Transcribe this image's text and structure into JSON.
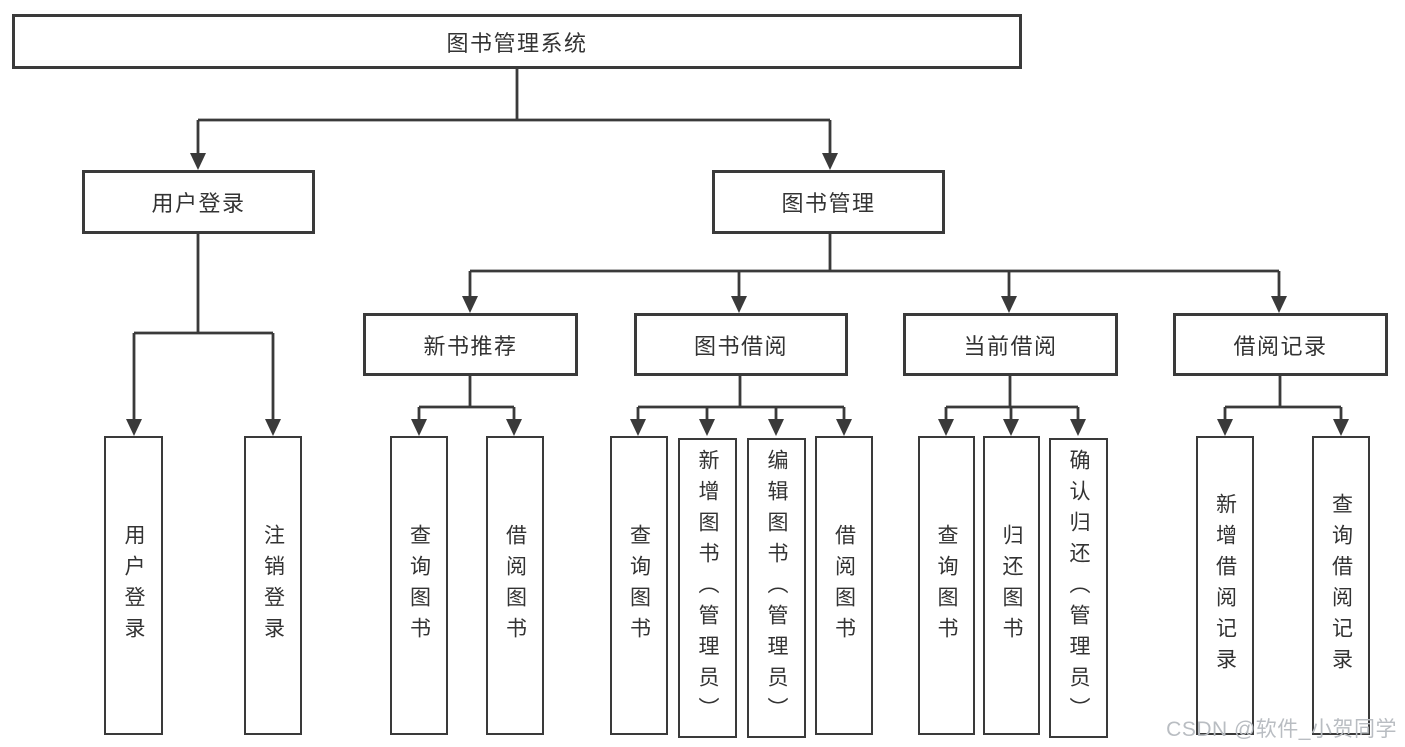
{
  "tree": {
    "root": {
      "label": "图书管理系统"
    },
    "children": [
      {
        "label": "用户登录",
        "children": [
          {
            "label": "用户登录"
          },
          {
            "label": "注销登录"
          }
        ]
      },
      {
        "label": "图书管理",
        "children": [
          {
            "label": "新书推荐",
            "children": [
              {
                "label": "查询图书"
              },
              {
                "label": "借阅图书"
              }
            ]
          },
          {
            "label": "图书借阅",
            "children": [
              {
                "label": "查询图书"
              },
              {
                "label": "新增图书（管理员）"
              },
              {
                "label": "编辑图书（管理员）"
              },
              {
                "label": "借阅图书"
              }
            ]
          },
          {
            "label": "当前借阅",
            "children": [
              {
                "label": "查询图书"
              },
              {
                "label": "归还图书"
              },
              {
                "label": "确认归还（管理员）"
              }
            ]
          },
          {
            "label": "借阅记录",
            "children": [
              {
                "label": "新增借阅记录"
              },
              {
                "label": "查询借阅记录"
              }
            ]
          }
        ]
      }
    ]
  },
  "watermark": "CSDN @软件_小贺同学",
  "colors": {
    "line": "#3a3a3a",
    "text": "#333333",
    "background": "#ffffff",
    "watermark": "#b9bdc2"
  }
}
